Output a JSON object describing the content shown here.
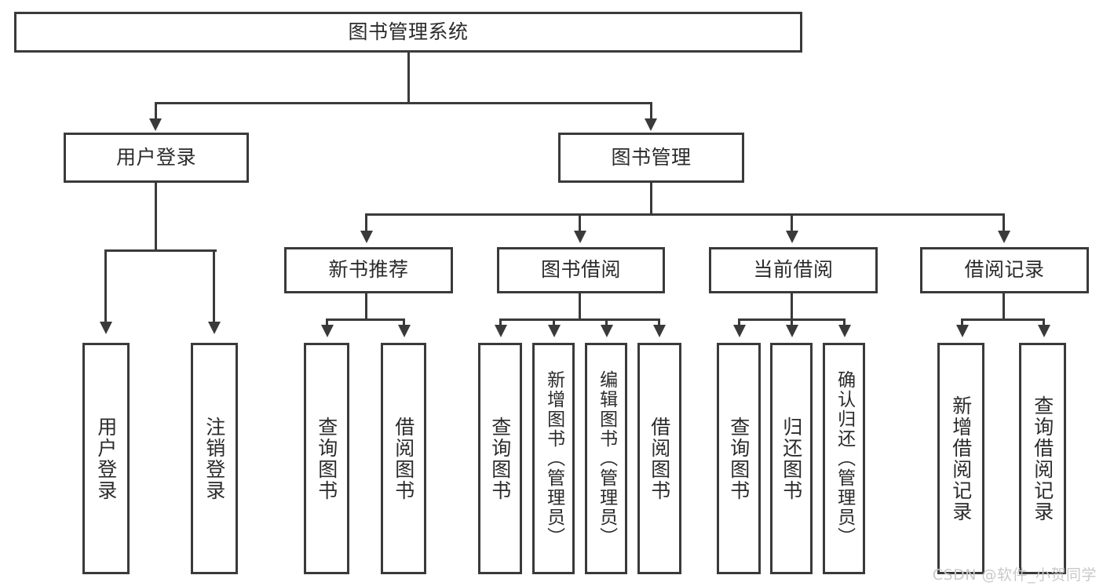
{
  "diagram": {
    "type": "tree-hierarchy",
    "title": "图书管理系统",
    "watermark": "CSDN @软件_小贺同学",
    "colors": {
      "stroke": "#3a3a3a",
      "text": "#2b2b2b",
      "background": "#ffffff",
      "watermark": "#c9c9c9"
    },
    "nodes": {
      "root": {
        "label": "图书管理系统",
        "level": 1
      },
      "l2": [
        {
          "id": "user-login",
          "label": "用户登录",
          "level": 2
        },
        {
          "id": "book-manage",
          "label": "图书管理",
          "level": 2
        }
      ],
      "l3": [
        {
          "id": "new-book-recommend",
          "label": "新书推荐",
          "level": 3,
          "parent": "book-manage"
        },
        {
          "id": "book-borrow",
          "label": "图书借阅",
          "level": 3,
          "parent": "book-manage"
        },
        {
          "id": "current-borrow",
          "label": "当前借阅",
          "level": 3,
          "parent": "book-manage"
        },
        {
          "id": "borrow-record",
          "label": "借阅记录",
          "level": 3,
          "parent": "book-manage"
        }
      ],
      "leaves": {
        "user_login": [
          {
            "id": "leaf-user-login",
            "label": "用户登录"
          },
          {
            "id": "leaf-user-logout",
            "label": "注销登录"
          }
        ],
        "new_book_recommend": [
          {
            "id": "leaf-query-book-1",
            "label": "查询图书"
          },
          {
            "id": "leaf-borrow-book-1",
            "label": "借阅图书"
          }
        ],
        "book_borrow": [
          {
            "id": "leaf-query-book-2",
            "label": "查询图书"
          },
          {
            "id": "leaf-add-book",
            "label": "新增图书（管理员）"
          },
          {
            "id": "leaf-edit-book",
            "label": "编辑图书（管理员）"
          },
          {
            "id": "leaf-borrow-book-2",
            "label": "借阅图书"
          }
        ],
        "current_borrow": [
          {
            "id": "leaf-query-book-3",
            "label": "查询图书"
          },
          {
            "id": "leaf-return-book",
            "label": "归还图书"
          },
          {
            "id": "leaf-confirm-return",
            "label": "确认归还（管理员）"
          }
        ],
        "borrow_record": [
          {
            "id": "leaf-add-record",
            "label": "新增借阅记录"
          },
          {
            "id": "leaf-query-record",
            "label": "查询借阅记录"
          }
        ]
      }
    }
  }
}
